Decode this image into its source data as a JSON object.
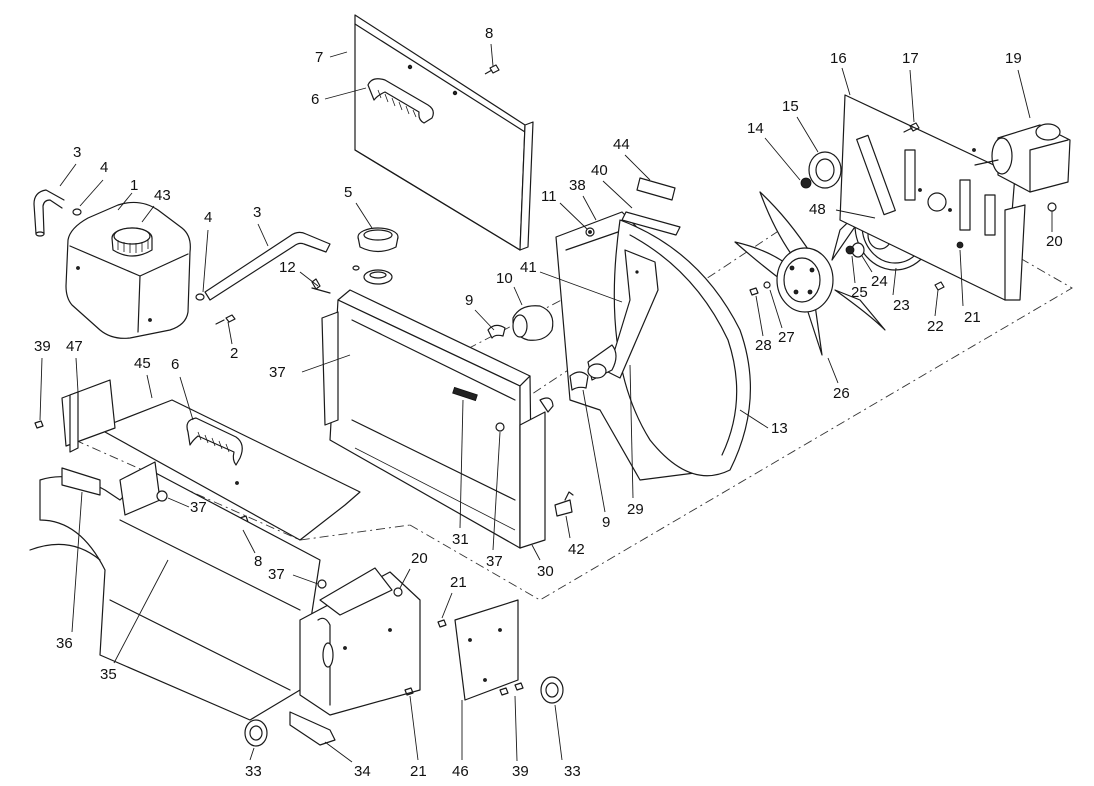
{
  "callouts": [
    {
      "id": "c1",
      "label": "1"
    },
    {
      "id": "c2",
      "label": "2"
    },
    {
      "id": "c3a",
      "label": "3"
    },
    {
      "id": "c3b",
      "label": "3"
    },
    {
      "id": "c4a",
      "label": "4"
    },
    {
      "id": "c4b",
      "label": "4"
    },
    {
      "id": "c5",
      "label": "5"
    },
    {
      "id": "c6a",
      "label": "6"
    },
    {
      "id": "c6b",
      "label": "6"
    },
    {
      "id": "c7",
      "label": "7"
    },
    {
      "id": "c8a",
      "label": "8"
    },
    {
      "id": "c8b",
      "label": "8"
    },
    {
      "id": "c9a",
      "label": "9"
    },
    {
      "id": "c9b",
      "label": "9"
    },
    {
      "id": "c10",
      "label": "10"
    },
    {
      "id": "c11",
      "label": "11"
    },
    {
      "id": "c12",
      "label": "12"
    },
    {
      "id": "c13",
      "label": "13"
    },
    {
      "id": "c14",
      "label": "14"
    },
    {
      "id": "c15",
      "label": "15"
    },
    {
      "id": "c16",
      "label": "16"
    },
    {
      "id": "c17",
      "label": "17"
    },
    {
      "id": "c19",
      "label": "19"
    },
    {
      "id": "c20a",
      "label": "20"
    },
    {
      "id": "c20b",
      "label": "20"
    },
    {
      "id": "c21a",
      "label": "21"
    },
    {
      "id": "c21b",
      "label": "21"
    },
    {
      "id": "c21c",
      "label": "21"
    },
    {
      "id": "c22",
      "label": "22"
    },
    {
      "id": "c23",
      "label": "23"
    },
    {
      "id": "c24",
      "label": "24"
    },
    {
      "id": "c25",
      "label": "25"
    },
    {
      "id": "c26",
      "label": "26"
    },
    {
      "id": "c27",
      "label": "27"
    },
    {
      "id": "c28",
      "label": "28"
    },
    {
      "id": "c29",
      "label": "29"
    },
    {
      "id": "c30",
      "label": "30"
    },
    {
      "id": "c31",
      "label": "31"
    },
    {
      "id": "c33a",
      "label": "33"
    },
    {
      "id": "c33b",
      "label": "33"
    },
    {
      "id": "c34",
      "label": "34"
    },
    {
      "id": "c35",
      "label": "35"
    },
    {
      "id": "c36",
      "label": "36"
    },
    {
      "id": "c37a",
      "label": "37"
    },
    {
      "id": "c37b",
      "label": "37"
    },
    {
      "id": "c37c",
      "label": "37"
    },
    {
      "id": "c37d",
      "label": "37"
    },
    {
      "id": "c38",
      "label": "38"
    },
    {
      "id": "c39a",
      "label": "39"
    },
    {
      "id": "c39b",
      "label": "39"
    },
    {
      "id": "c40",
      "label": "40"
    },
    {
      "id": "c41",
      "label": "41"
    },
    {
      "id": "c42",
      "label": "42"
    },
    {
      "id": "c43",
      "label": "43"
    },
    {
      "id": "c44",
      "label": "44"
    },
    {
      "id": "c45",
      "label": "45"
    },
    {
      "id": "c46",
      "label": "46"
    },
    {
      "id": "c47",
      "label": "47"
    },
    {
      "id": "c48",
      "label": "48"
    }
  ]
}
